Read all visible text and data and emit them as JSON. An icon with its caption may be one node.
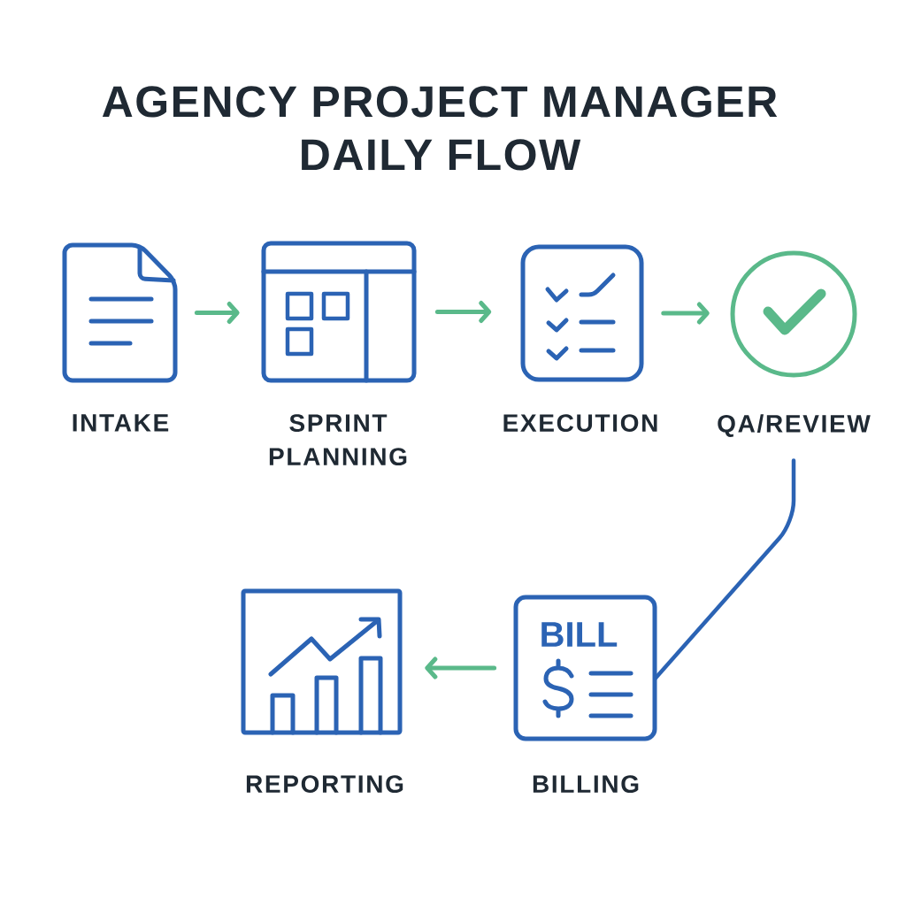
{
  "diagram": {
    "title": "AGENCY PROJECT MANAGER DAILY FLOW",
    "nodes": [
      {
        "text": [
          "INTAKE"
        ]
      },
      {
        "text": [
          "SPRINT PLANNING"
        ]
      },
      {
        "text": [
          "EXECUTION"
        ]
      },
      {
        "text": [
          "QA/REVIEW"
        ]
      },
      {
        "text": [
          "BILL",
          "BILLING"
        ]
      },
      {
        "text": [
          "REPORTING"
        ]
      }
    ],
    "edges": [
      {
        "from": 0,
        "to": 1,
        "arrow": "to"
      },
      {
        "from": 1,
        "to": 2,
        "arrow": "to"
      },
      {
        "from": 2,
        "to": 3,
        "arrow": "to"
      },
      {
        "from": 3,
        "to": 4,
        "arrow": "none",
        "color": "#2b63b4"
      },
      {
        "from": 4,
        "to": 5,
        "arrow": "to"
      }
    ]
  }
}
